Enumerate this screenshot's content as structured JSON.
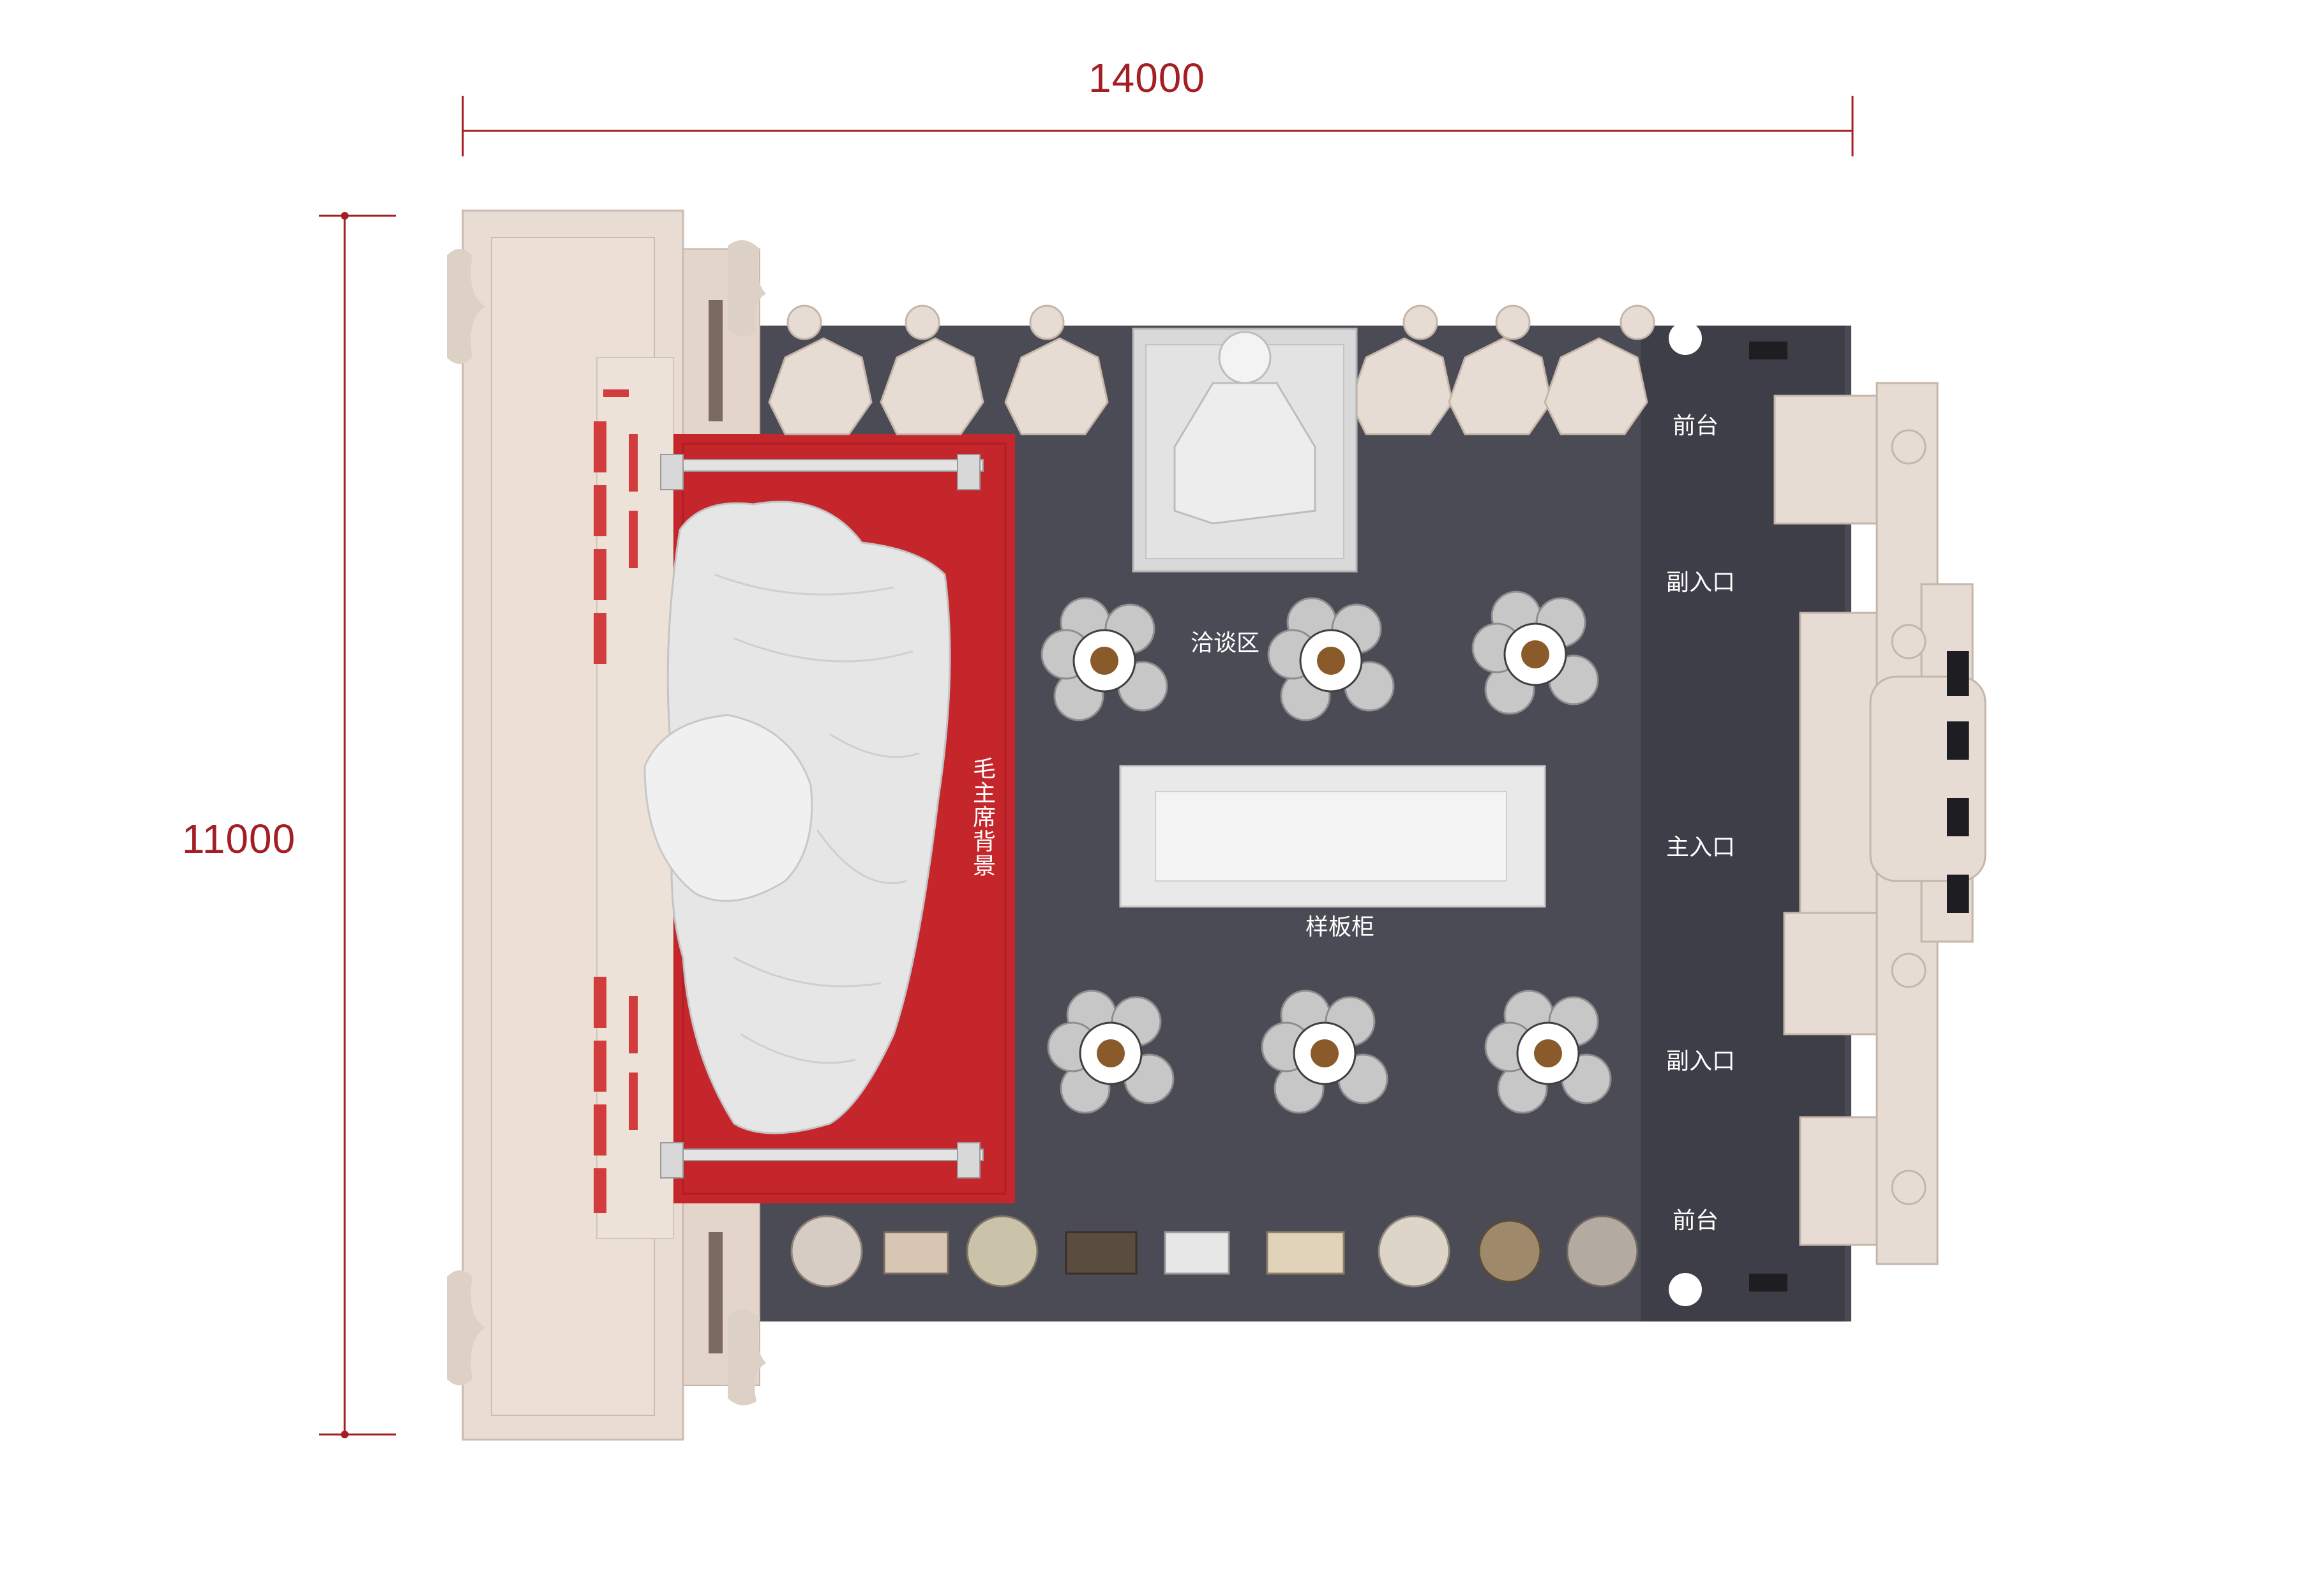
{
  "dimensions": {
    "width_label": "14000",
    "height_label": "11000"
  },
  "zones": {
    "front_desk_top": "前台",
    "side_entrance_top": "副入口",
    "main_entrance": "主入口",
    "side_entrance_bottom": "副入口",
    "front_desk_bottom": "前台",
    "negotiation_area": "洽谈区",
    "sample_cabinet": "样板柜",
    "background_wall": "毛主席背景"
  },
  "colors": {
    "dimension_red": "#a31f24",
    "floor": "#4a4b55",
    "red_platform": "#c4262b",
    "wall_beige": "#e9ddd3",
    "label_white": "#ffffff"
  }
}
